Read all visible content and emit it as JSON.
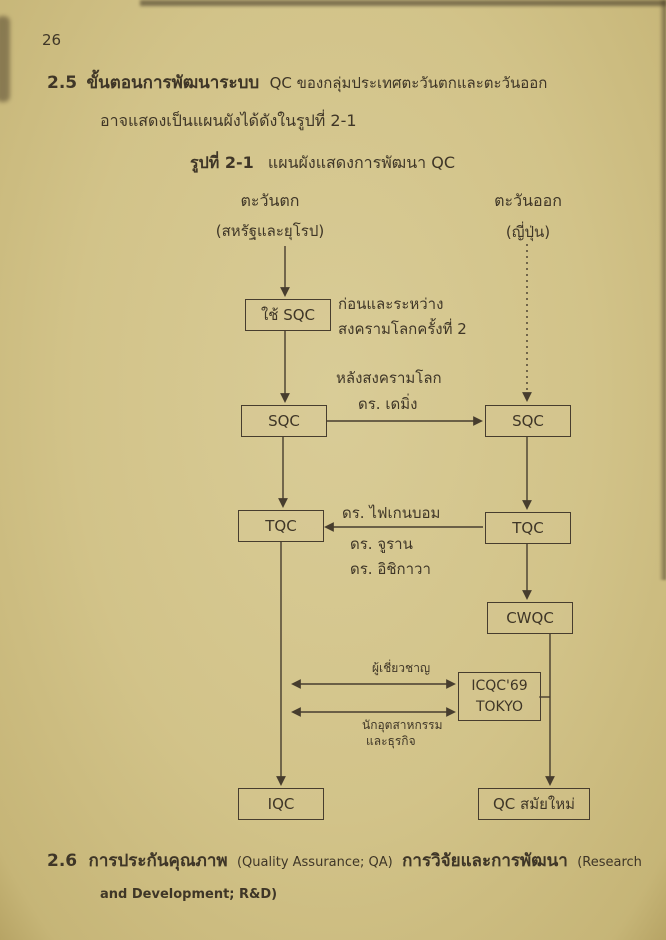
{
  "page": {
    "number": "26"
  },
  "section25": {
    "label": "2.5",
    "title_bold": "ขั้นตอนการพัฒนาระบบ",
    "title_rest": "QC ของกลุ่มประเทศตะวันตกและตะวันออก",
    "line2": "อาจแสดงเป็นแผนผังได้ดังในรูปที่ 2-1"
  },
  "figure": {
    "caption_bold": "รูปที่ 2-1",
    "caption_rest": "แผนผังแสดงการพัฒนา QC"
  },
  "columns": {
    "west": {
      "title": "ตะวันตก",
      "subtitle": "(สหรัฐและยุโรป)"
    },
    "east": {
      "title": "ตะวันออก",
      "subtitle": "(ญี่ปุ่น)"
    }
  },
  "boxes": {
    "use_sqc": "ใช้ SQC",
    "sqc_west": "SQC",
    "sqc_east": "SQC",
    "tqc_west": "TQC",
    "tqc_east": "TQC",
    "cwqc": "CWQC",
    "icqc_line1": "ICQC'69",
    "icqc_line2": "TOKYO",
    "iqc": "IQC",
    "qc_modern": "QC สมัยใหม่"
  },
  "annotations": {
    "prewar_line1": "ก่อนและระหว่าง",
    "prewar_line2": "สงครามโลกครั้งที่ 2",
    "postwar": "หลังสงครามโลก",
    "deming": "ดร. เดมิ่ง",
    "feigenbaum": "ดร. ไฟเกนบอม",
    "juran": "ดร. จูราน",
    "ishikawa": "ดร. อิชิกาวา",
    "experts": "ผู้เชี่ยวชาญ",
    "industrialists_line1": "นักอุตสาหกรรม",
    "industrialists_line2": "และธุรกิจ"
  },
  "section26": {
    "label": "2.6",
    "title1": "การประกันคุณภาพ",
    "paren1": "(Quality Assurance; QA)",
    "title2": "การวิจัยและการพัฒนา",
    "paren2": "(Research",
    "line2": "and Development; R&D)"
  },
  "colors": {
    "paper": "#d2c389",
    "ink": "#3f3627"
  }
}
